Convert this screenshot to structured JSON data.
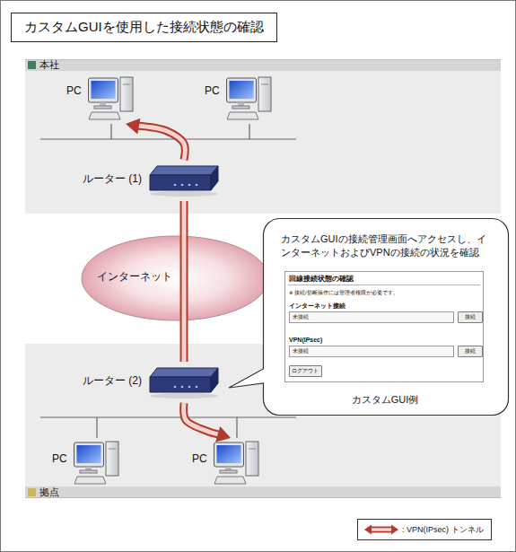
{
  "diagram": {
    "title": "カスタムGUIを使用した接続状態の確認",
    "nodes": [
      {
        "text": [
          "本社"
        ]
      },
      {
        "text": [
          "PC"
        ],
        "in": 0
      },
      {
        "text": [
          "PC"
        ],
        "in": 0
      },
      {
        "text": [
          "ルーター (1)"
        ],
        "in": 0
      },
      {
        "text": [
          "インターネット"
        ]
      },
      {
        "text": [
          "拠点"
        ]
      },
      {
        "text": [
          "ルーター (2)"
        ],
        "in": 5
      },
      {
        "text": [
          "PC"
        ],
        "in": 5
      },
      {
        "text": [
          "PC"
        ],
        "in": 5
      },
      {
        "text": [
          "カスタムGUIの接続管理画面へアクセスし、インターネットおよびVPNの接続の状況を確認",
          "カスタムGUI例"
        ]
      },
      {
        "text": [
          "回線接続状態の確認",
          "※ 接続/切断操作には管理者権限が必要です。",
          "インターネット接続",
          "VPN(IPsec)"
        ],
        "in": 9
      },
      {
        "text": [
          "未接続"
        ],
        "in": 10
      },
      {
        "text": [
          "接続"
        ],
        "in": 10
      },
      {
        "text": [
          "未接続"
        ],
        "in": 10
      },
      {
        "text": [
          "接続"
        ],
        "in": 10
      },
      {
        "text": [
          "ログアウト"
        ],
        "in": 10
      }
    ],
    "edges": [
      {
        "from": 1,
        "to": 3,
        "arrow": "none"
      },
      {
        "from": 2,
        "to": 3,
        "arrow": "none"
      },
      {
        "from": 3,
        "to": 4,
        "arrow": "none"
      },
      {
        "from": 4,
        "to": 6,
        "arrow": "none"
      },
      {
        "from": 6,
        "to": 7,
        "arrow": "none"
      },
      {
        "from": 6,
        "to": 8,
        "arrow": "none"
      },
      {
        "from": 3,
        "to": 1,
        "arrow": "to"
      },
      {
        "from": 3,
        "to": 6,
        "arrow": "none"
      },
      {
        "from": 6,
        "to": 8,
        "arrow": "to"
      }
    ],
    "legend": [
      {
        "text": ": VPN(IPsec) トンネル"
      }
    ]
  }
}
